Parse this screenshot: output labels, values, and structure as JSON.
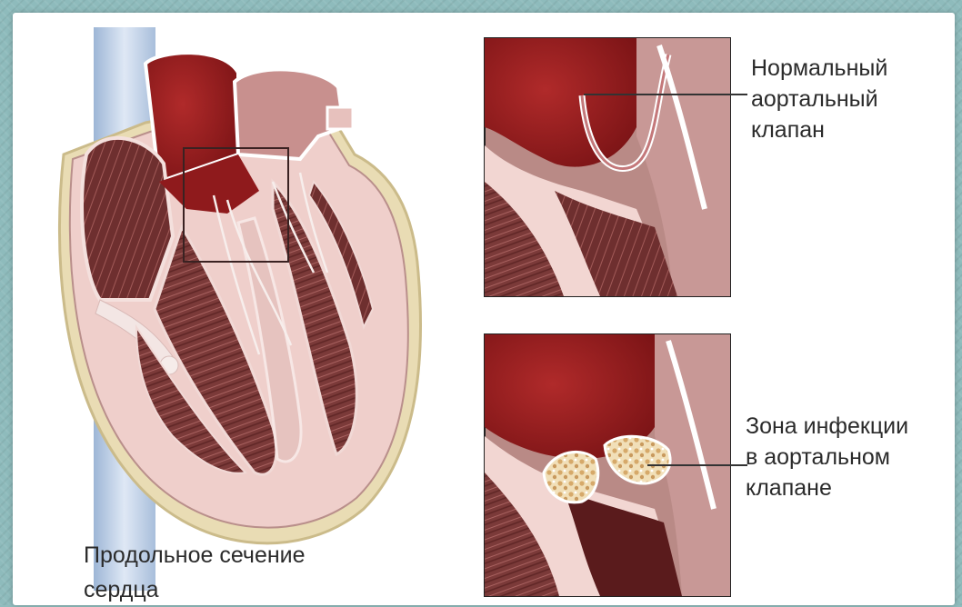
{
  "labels": {
    "normal_valve": [
      "Нормальный",
      "аортальный",
      "клапан"
    ],
    "infected_valve": [
      "Зона инфекции",
      "в аортальном",
      "клапане"
    ],
    "section": [
      "Продольное сечение",
      "сердца"
    ]
  },
  "colors": {
    "background": "#8ebbbc",
    "paper": "#ffffff",
    "blood": "#9a1d1f",
    "muscle": "#7a3b3a",
    "tissue": "#ecc9c5",
    "vegetation": "#e9d3a6"
  }
}
